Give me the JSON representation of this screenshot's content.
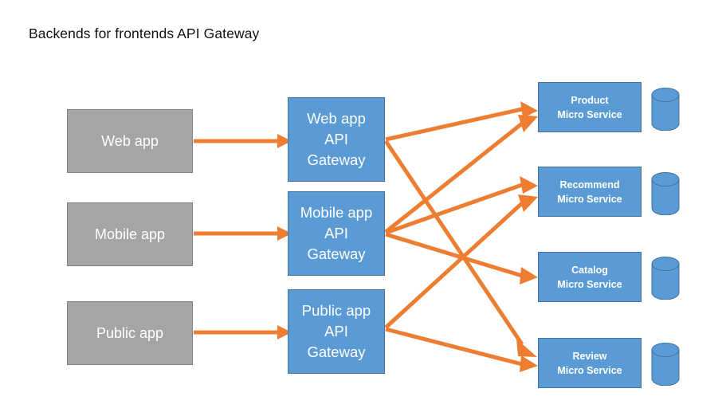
{
  "title": "Backends for frontends API Gateway",
  "colors": {
    "client_fill": "#a5a5a5",
    "client_border": "#7f7f7f",
    "node_fill": "#5b9bd5",
    "node_border": "#41719c",
    "arrow": "#ed7d31",
    "text": "#ffffff",
    "title_text": "#111111",
    "background": "#ffffff"
  },
  "clients": [
    {
      "label": "Web app"
    },
    {
      "label": "Mobile app"
    },
    {
      "label": "Public app"
    }
  ],
  "gateways": [
    {
      "line1": "Web app",
      "line2": "API",
      "line3": "Gateway"
    },
    {
      "line1": "Mobile app",
      "line2": "API",
      "line3": "Gateway"
    },
    {
      "line1": "Public app",
      "line2": "API",
      "line3": "Gateway"
    }
  ],
  "services": [
    {
      "line1": "Product",
      "line2": "Micro Service",
      "database": "database-cylinder"
    },
    {
      "line1": "Recommend",
      "line2": "Micro Service",
      "database": "database-cylinder"
    },
    {
      "line1": "Catalog",
      "line2": "Micro Service",
      "database": "database-cylinder"
    },
    {
      "line1": "Review",
      "line2": "Micro Service",
      "database": "database-cylinder"
    }
  ],
  "connections": [
    {
      "from": "Web app",
      "to": "Web app API Gateway"
    },
    {
      "from": "Mobile app",
      "to": "Mobile app API Gateway"
    },
    {
      "from": "Public app",
      "to": "Public app API Gateway"
    },
    {
      "from": "Web app API Gateway",
      "to": "Product Micro Service"
    },
    {
      "from": "Web app API Gateway",
      "to": "Review Micro Service"
    },
    {
      "from": "Mobile app API Gateway",
      "to": "Product Micro Service"
    },
    {
      "from": "Mobile app API Gateway",
      "to": "Recommend Micro Service"
    },
    {
      "from": "Mobile app API Gateway",
      "to": "Catalog Micro Service"
    },
    {
      "from": "Public app API Gateway",
      "to": "Recommend Micro Service"
    },
    {
      "from": "Public app API Gateway",
      "to": "Review Micro Service"
    }
  ]
}
